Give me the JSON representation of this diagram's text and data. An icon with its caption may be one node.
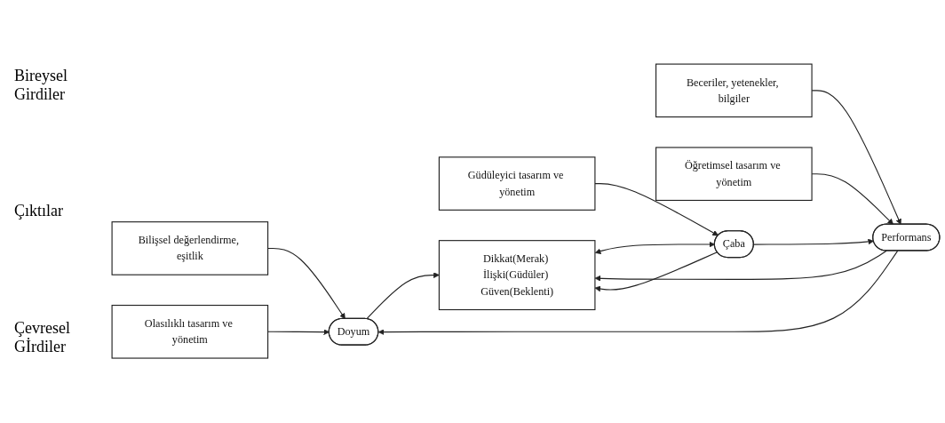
{
  "diagram": {
    "nodes": [
      {
        "text": [
          "Dikkat(Merak) İlişki(Güdüler) Güven(Beklenti)"
        ]
      },
      {
        "text": [
          "Beceriler, yetenekler, bilgiler"
        ]
      },
      {
        "text": [
          "Bilişsel değerlendirme, eşitlik"
        ]
      },
      {
        "text": [
          "Çaba"
        ]
      },
      {
        "text": [
          "Performans"
        ]
      },
      {
        "text": [
          "Doyum"
        ]
      },
      {
        "text": [
          "Güdüleyici tasarım ve yönetim"
        ]
      },
      {
        "text": [
          "Öğretimsel tasarım ve yönetim"
        ]
      },
      {
        "text": [
          "Olasılıklı tasarım ve yönetim"
        ]
      }
    ],
    "edges": [
      {
        "from": 0,
        "to": 3,
        "arrow": "both"
      },
      {
        "from": 1,
        "to": 4,
        "arrow": "to"
      },
      {
        "from": 2,
        "to": 5,
        "arrow": "to"
      },
      {
        "from": 6,
        "to": 3,
        "arrow": "to"
      },
      {
        "from": 7,
        "to": 4,
        "arrow": "to"
      },
      {
        "from": 8,
        "to": 5,
        "arrow": "to"
      },
      {
        "from": 3,
        "to": 4,
        "arrow": "to"
      },
      {
        "from": 4,
        "to": 5,
        "arrow": "to"
      },
      {
        "from": 5,
        "to": 0,
        "arrow": "to"
      },
      {
        "from": 3,
        "to": 0,
        "arrow": "to"
      },
      {
        "from": 4,
        "to": 0,
        "arrow": "to"
      }
    ],
    "labels": [
      "Bireysel Girdiler",
      "Çıktılar",
      "Çevresel Gİrdiler"
    ]
  }
}
